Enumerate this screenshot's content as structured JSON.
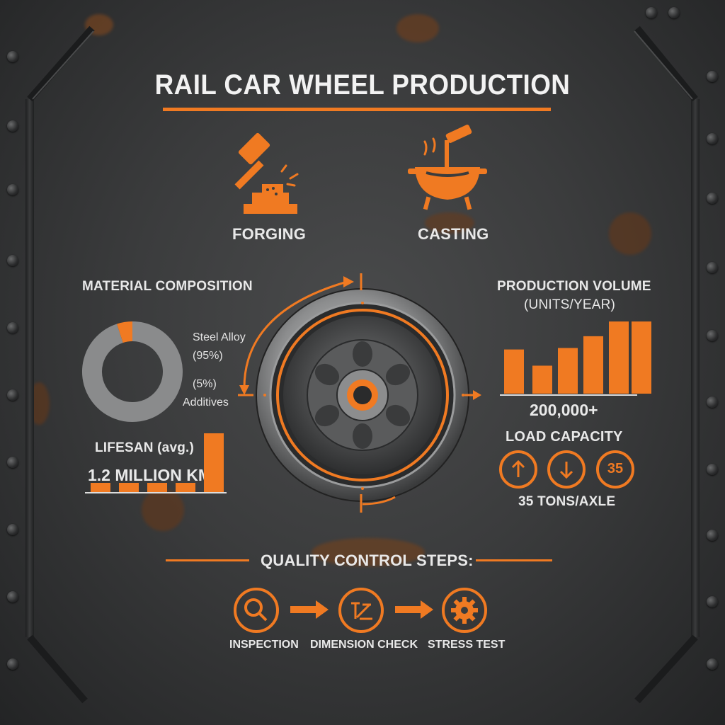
{
  "title": "RAIL CAR WHEEL PRODUCTION",
  "processes": [
    {
      "label": "FORGING",
      "icon": "hammer-anvil-icon"
    },
    {
      "label": "CASTING",
      "icon": "crucible-pour-icon"
    }
  ],
  "material": {
    "heading": "MATERIAL COMPOSITION",
    "steel_label": "Steel Alloy",
    "steel_pct": "(95%)",
    "additives_pct": "(5%)",
    "additives_label": "Additives"
  },
  "lifespan": {
    "heading": "LIFESAN (avg.)",
    "value": "1.2 MILLION KM"
  },
  "production": {
    "heading": "PRODUCTION VOLUME",
    "subheading": "(UNITS/YEAR)",
    "value": "200,000+"
  },
  "load": {
    "heading": "LOAD CAPACITY",
    "badge": "35",
    "value": "35 TONS/AXLE",
    "icons": [
      "arrow-up-icon",
      "arrow-down-icon",
      "weight-badge-icon"
    ]
  },
  "quality": {
    "heading": "QUALITY CONTROL STEPS:",
    "steps": [
      {
        "label": "INSPECTION",
        "icon": "magnifier-icon"
      },
      {
        "label": "DIMENSION CHECK",
        "icon": "caliper-icon"
      },
      {
        "label": "STRESS TEST",
        "icon": "gear-icon"
      }
    ]
  },
  "colors": {
    "accent": "#f07a22",
    "steel": "#8a8b8c",
    "background": "#3a3b3c"
  },
  "chart_data": [
    {
      "type": "pie",
      "categories": [
        "Steel Alloy",
        "Additives"
      ],
      "values": [
        95,
        5
      ]
    },
    {
      "type": "bar",
      "values": [
        1,
        1,
        1,
        1,
        6
      ]
    },
    {
      "type": "bar",
      "values": [
        60,
        38,
        62,
        78,
        98,
        98
      ]
    }
  ]
}
